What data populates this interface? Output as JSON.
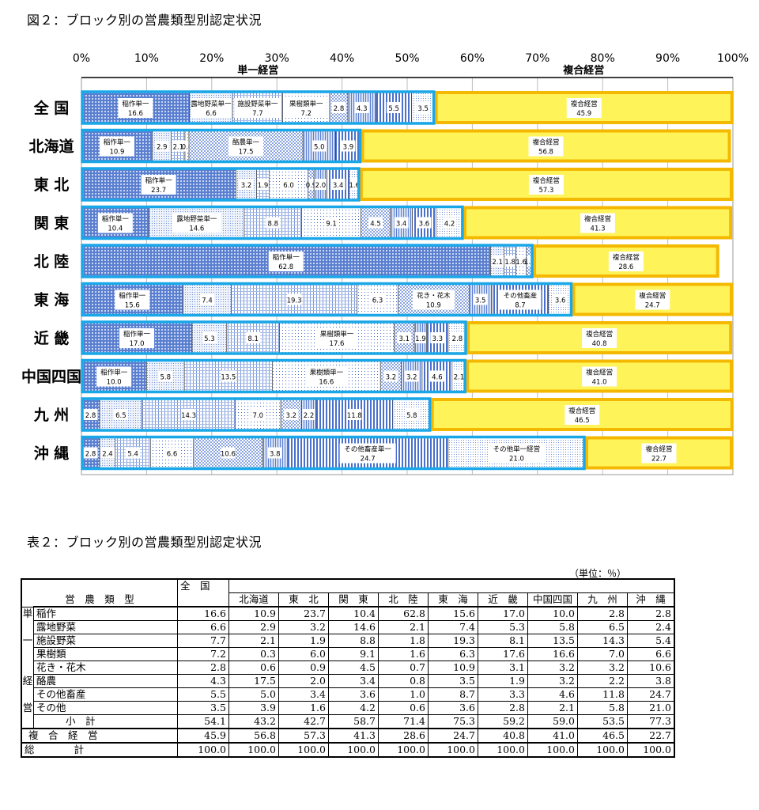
{
  "figure_title": "図２：ブロック別の営農類型別認定状況",
  "table_title": "表２：ブロック別の営農類型別認定状況",
  "unit_label": "（単位：％）",
  "colors": {
    "single_border": "#1aa7e8",
    "multi_border": "#f5b800",
    "multi_fill": "#fff35a",
    "single_fill": "#6f8fd6"
  },
  "chart_data": {
    "type": "bar",
    "stacked": true,
    "orientation": "horizontal",
    "xlim": [
      0,
      100
    ],
    "x_ticks": [
      "0%",
      "10%",
      "20%",
      "30%",
      "40%",
      "50%",
      "60%",
      "70%",
      "80%",
      "90%",
      "100%"
    ],
    "group_labels": {
      "single": "単一経営",
      "multi": "複合経営"
    },
    "categories": [
      "全 国",
      "北海道",
      "東 北",
      "関 東",
      "北 陸",
      "東 海",
      "近 畿",
      "中国四国",
      "九 州",
      "沖 縄"
    ],
    "segments": [
      [
        {
          "v": 16.6,
          "l": "稲作単一"
        },
        {
          "v": 6.6,
          "l": "露地野菜単一"
        },
        {
          "v": 7.7,
          "l": "施設野菜単一"
        },
        {
          "v": 7.2,
          "l": "果樹類単一"
        },
        {
          "v": 2.8
        },
        {
          "v": 4.3
        },
        {
          "v": 5.5
        },
        {
          "v": 3.5
        },
        {
          "v": 45.9,
          "l": "複合経営",
          "m": true
        }
      ],
      [
        {
          "v": 10.9,
          "l": "稲作単一"
        },
        {
          "v": 2.9
        },
        {
          "v": 2.1
        },
        {
          "v": 0.6
        },
        {
          "v": 17.5,
          "l": "酪農単一"
        },
        {
          "v": 5.0
        },
        {
          "v": 3.9
        },
        {
          "v": 56.8,
          "l": "複合経営",
          "m": true
        }
      ],
      [
        {
          "v": 23.7,
          "l": "稲作単一"
        },
        {
          "v": 3.2
        },
        {
          "v": 1.9
        },
        {
          "v": 6.0
        },
        {
          "v": 0.9
        },
        {
          "v": 2.0
        },
        {
          "v": 3.4
        },
        {
          "v": 1.6
        },
        {
          "v": 57.3,
          "l": "複合経営",
          "m": true
        }
      ],
      [
        {
          "v": 10.4,
          "l": "稲作単一"
        },
        {
          "v": 14.6,
          "l": "露地野菜単一"
        },
        {
          "v": 8.8
        },
        {
          "v": 9.1
        },
        {
          "v": 4.5
        },
        {
          "v": 3.4
        },
        {
          "v": 3.6
        },
        {
          "v": 4.2
        },
        {
          "v": 41.3,
          "l": "複合経営",
          "m": true
        }
      ],
      [
        {
          "v": 62.8,
          "l": "稲作単一"
        },
        {
          "v": 2.1
        },
        {
          "v": 1.8
        },
        {
          "v": 1.6
        },
        {
          "v": 1.0
        },
        {
          "v": 28.6,
          "l": "複合経営",
          "m": true
        }
      ],
      [
        {
          "v": 15.6,
          "l": "稲作単一"
        },
        {
          "v": 7.4
        },
        {
          "v": 19.3
        },
        {
          "v": 6.3
        },
        {
          "v": 10.9,
          "l": "花き・花木"
        },
        {
          "v": 3.5
        },
        {
          "v": 8.7,
          "l": "その他畜産"
        },
        {
          "v": 3.6
        },
        {
          "v": 24.7,
          "l": "複合経営",
          "m": true
        }
      ],
      [
        {
          "v": 17.0,
          "l": "稲作単一"
        },
        {
          "v": 5.3
        },
        {
          "v": 8.1
        },
        {
          "v": 17.6,
          "l": "果樹類単一"
        },
        {
          "v": 3.1
        },
        {
          "v": 1.9
        },
        {
          "v": 3.3
        },
        {
          "v": 2.8
        },
        {
          "v": 40.8,
          "l": "複合経営",
          "m": true
        }
      ],
      [
        {
          "v": 10.0,
          "l": "稲作単一"
        },
        {
          "v": 5.8
        },
        {
          "v": 13.5
        },
        {
          "v": 16.6,
          "l": "果樹類単一"
        },
        {
          "v": 3.2
        },
        {
          "v": 3.2
        },
        {
          "v": 4.6
        },
        {
          "v": 2.1
        },
        {
          "v": 41.0,
          "l": "複合経営",
          "m": true
        }
      ],
      [
        {
          "v": 2.8
        },
        {
          "v": 6.5
        },
        {
          "v": 14.3
        },
        {
          "v": 7.0
        },
        {
          "v": 3.2
        },
        {
          "v": 2.2
        },
        {
          "v": 11.8
        },
        {
          "v": 5.8
        },
        {
          "v": 46.5,
          "l": "複合経営",
          "m": true
        }
      ],
      [
        {
          "v": 2.8
        },
        {
          "v": 2.4
        },
        {
          "v": 5.4
        },
        {
          "v": 6.6
        },
        {
          "v": 10.6
        },
        {
          "v": 3.8
        },
        {
          "v": 24.7,
          "l": "その他畜産単一"
        },
        {
          "v": 21.0,
          "l": "その他単一経営"
        },
        {
          "v": 22.7,
          "l": "複合経営",
          "m": true
        }
      ]
    ]
  },
  "table": {
    "corner_label": "営　農　類　型",
    "header_top": "全　国",
    "columns": [
      "北海道",
      "東　北",
      "関　東",
      "北　陸",
      "東　海",
      "近　畿",
      "中国四国",
      "九　州",
      "沖　縄"
    ],
    "side_label": [
      "単",
      "一",
      "経",
      "営"
    ],
    "rows": [
      {
        "label": "稲作",
        "values": [
          "16.6",
          "10.9",
          "23.7",
          "10.4",
          "62.8",
          "15.6",
          "17.0",
          "10.0",
          "2.8",
          "2.8"
        ]
      },
      {
        "label": "露地野菜",
        "values": [
          "6.6",
          "2.9",
          "3.2",
          "14.6",
          "2.1",
          "7.4",
          "5.3",
          "5.8",
          "6.5",
          "2.4"
        ]
      },
      {
        "label": "施設野菜",
        "values": [
          "7.7",
          "2.1",
          "1.9",
          "8.8",
          "1.8",
          "19.3",
          "8.1",
          "13.5",
          "14.3",
          "5.4"
        ]
      },
      {
        "label": "果樹類",
        "values": [
          "7.2",
          "0.3",
          "6.0",
          "9.1",
          "1.6",
          "6.3",
          "17.6",
          "16.6",
          "7.0",
          "6.6"
        ]
      },
      {
        "label": "花き・花木",
        "values": [
          "2.8",
          "0.6",
          "0.9",
          "4.5",
          "0.7",
          "10.9",
          "3.1",
          "3.2",
          "3.2",
          "10.6"
        ]
      },
      {
        "label": "酪農",
        "values": [
          "4.3",
          "17.5",
          "2.0",
          "3.4",
          "0.8",
          "3.5",
          "1.9",
          "3.2",
          "2.2",
          "3.8"
        ]
      },
      {
        "label": "その他畜産",
        "values": [
          "5.5",
          "5.0",
          "3.4",
          "3.6",
          "1.0",
          "8.7",
          "3.3",
          "4.6",
          "11.8",
          "24.7"
        ]
      },
      {
        "label": "その他",
        "values": [
          "3.5",
          "3.9",
          "1.6",
          "4.2",
          "0.6",
          "3.6",
          "2.8",
          "2.1",
          "5.8",
          "21.0"
        ]
      }
    ],
    "subtotal": {
      "label": "小　計",
      "values": [
        "54.1",
        "43.2",
        "42.7",
        "58.7",
        "71.4",
        "75.3",
        "59.2",
        "59.0",
        "53.5",
        "77.3"
      ]
    },
    "multi": {
      "label": "複　合　経　営",
      "values": [
        "45.9",
        "56.8",
        "57.3",
        "41.3",
        "28.6",
        "24.7",
        "40.8",
        "41.0",
        "46.5",
        "22.7"
      ]
    },
    "total": {
      "label": "総　　　　計",
      "values": [
        "100.0",
        "100.0",
        "100.0",
        "100.0",
        "100.0",
        "100.0",
        "100.0",
        "100.0",
        "100.0",
        "100.0"
      ]
    }
  }
}
